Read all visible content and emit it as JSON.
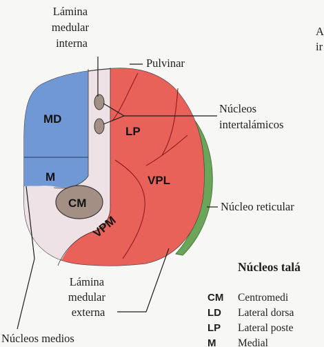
{
  "labels": {
    "lamina_interna": [
      "Lámina",
      "medular",
      "interna"
    ],
    "pulvinar": "Pulvinar",
    "nucleos_intertalamicos": [
      "Núcleos",
      "intertalámicos"
    ],
    "nucleo_reticular": "Núcleo reticular",
    "lamina_externa": [
      "Lámina",
      "medular",
      "externa"
    ],
    "nucleos_medios": "Núcleos medios",
    "clipped_right": [
      "A",
      "ir"
    ]
  },
  "regions": {
    "md": "MD",
    "lp": "LP",
    "m": "M",
    "cm": "CM",
    "vpl": "VPL",
    "vpm": "VPM"
  },
  "legend": {
    "title": "Núcleos talá",
    "items": [
      {
        "abbr": "CM",
        "name": "Centromedi"
      },
      {
        "abbr": "LD",
        "name": "Lateral dorsa"
      },
      {
        "abbr": "LP",
        "name": "Lateral poste"
      },
      {
        "abbr": "M",
        "name": "Medial"
      }
    ]
  },
  "colors": {
    "medial_blue": "#6f98d4",
    "lateral_red": "#e8625a",
    "lamina_white": "#efe2e6",
    "reticular_green": "#6aa55a",
    "intralaminar_brown": "#a38f84",
    "line": "#1c1c1c"
  }
}
